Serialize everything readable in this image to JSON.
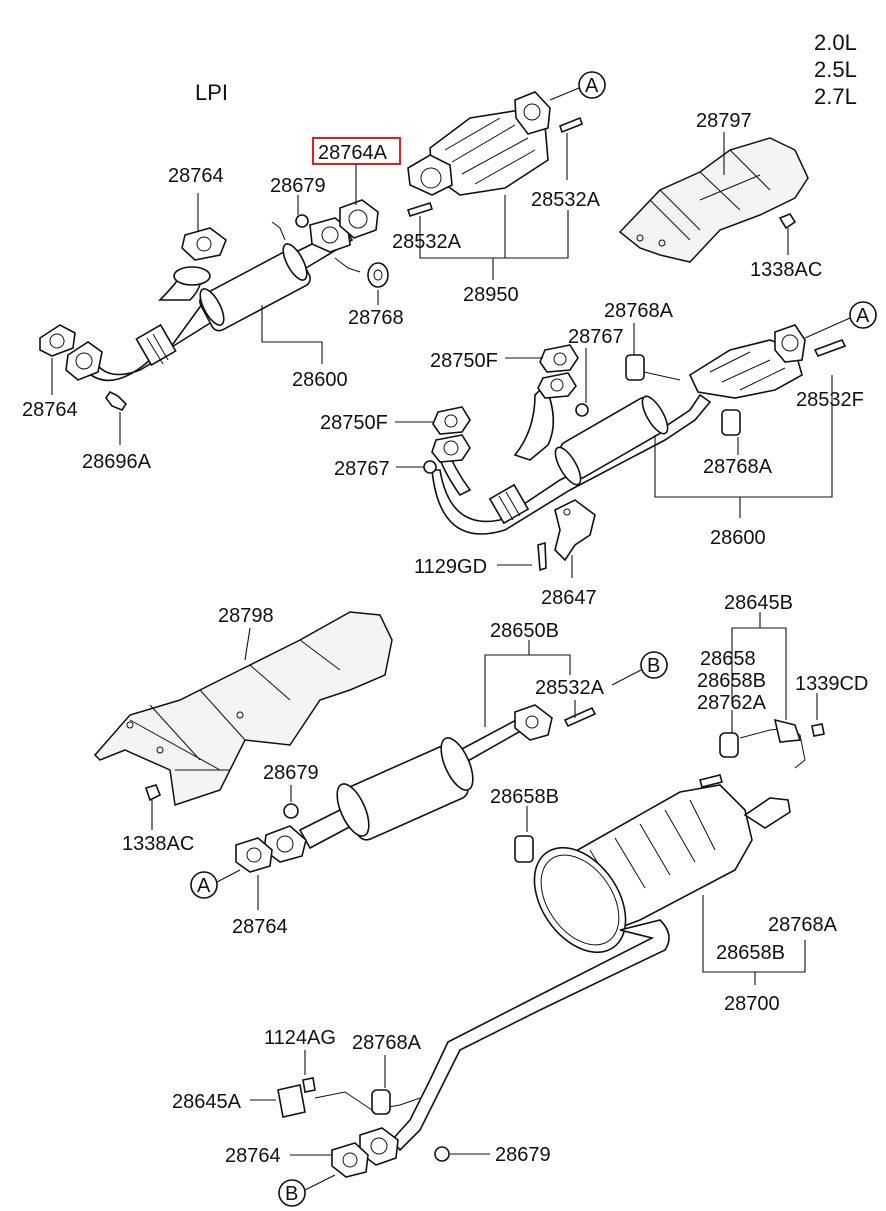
{
  "engines": [
    "2.0L",
    "2.5L",
    "2.7L"
  ],
  "variant": "LPI",
  "highlight_color": "#e02020",
  "callouts": {
    "a": "A",
    "b": "B"
  },
  "parts": {
    "p28764A": "28764A",
    "p28764_1": "28764",
    "p28679_1": "28679",
    "p28768_1": "28768",
    "p28600_1": "28600",
    "p28764_2": "28764",
    "p28696A": "28696A",
    "p28532A_1": "28532A",
    "p28532A_2": "28532A",
    "p28950": "28950",
    "p28797": "28797",
    "p1338AC_1": "1338AC",
    "p28768A_1": "28768A",
    "p28767_1": "28767",
    "p28750F_1": "28750F",
    "p28750F_2": "28750F",
    "p28767_2": "28767",
    "p28532F": "28532F",
    "p28768A_2": "28768A",
    "p28600_2": "28600",
    "p1129GD": "1129GD",
    "p28647": "28647",
    "p28798": "28798",
    "p28650B": "28650B",
    "p28532A_3": "28532A",
    "p28645B": "28645B",
    "p28658": "28658",
    "p28658B_1": "28658B",
    "p28762A": "28762A",
    "p1339CD": "1339CD",
    "p28679_2": "28679",
    "p1338AC_2": "1338AC",
    "p28764_3": "28764",
    "p28658B_2": "28658B",
    "p28768A_3": "28768A",
    "p28658B_3": "28658B",
    "p28700": "28700",
    "p1124AG": "1124AG",
    "p28768A_4": "28768A",
    "p28645A": "28645A",
    "p28764_4": "28764",
    "p28679_3": "28679"
  }
}
